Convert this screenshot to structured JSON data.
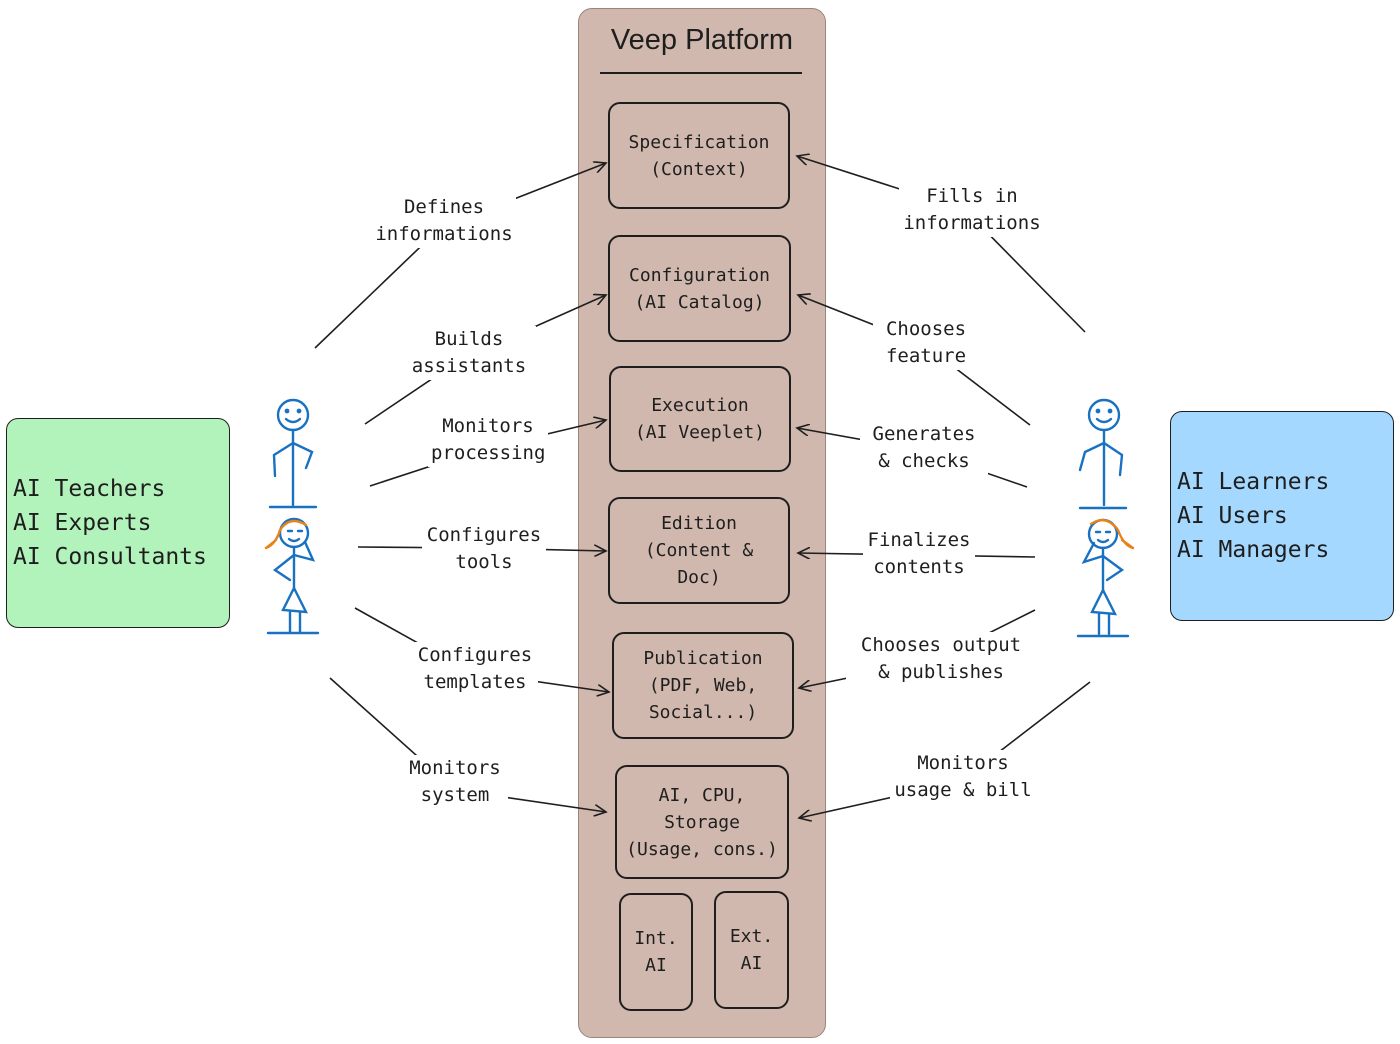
{
  "platform": {
    "title": "Veep Platform",
    "modules": [
      "Specification\n(Context)",
      "Configuration\n(AI Catalog)",
      "Execution\n(AI Veeplet)",
      "Edition\n(Content &\nDoc)",
      "Publication\n(PDF, Web,\nSocial...)",
      "AI, CPU,\nStorage\n(Usage, cons.)",
      "Int.\nAI",
      "Ext.\nAI"
    ]
  },
  "left_group": {
    "lines": [
      "AI Teachers",
      "AI Experts",
      "AI Consultants"
    ],
    "color": "#b2f2bb"
  },
  "right_group": {
    "lines": [
      "AI Learners",
      "AI Users",
      "AI Managers"
    ],
    "color": "#a5d8ff"
  },
  "left_actions": [
    "Defines\ninformations",
    "Builds\nassistants",
    "Monitors\nprocessing",
    "Configures\ntools",
    "Configures\ntemplates",
    "Monitors\nsystem"
  ],
  "right_actions": [
    "Fills in\ninformations",
    "Chooses\nfeature",
    "Generates\n& checks",
    "Finalizes\ncontents",
    "Chooses output\n& publishes",
    "Monitors\nusage & bill"
  ],
  "colors": {
    "platform_fill": "#d0b8ae",
    "figure_stroke": "#1971c2",
    "hair": "#e8821a"
  }
}
